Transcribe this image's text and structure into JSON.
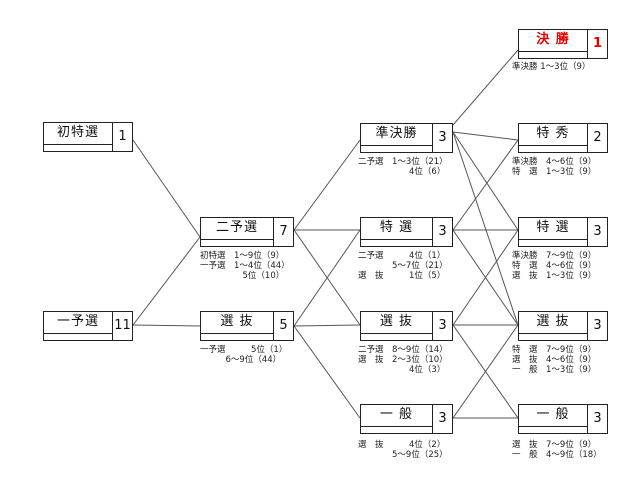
{
  "nodes": [
    {
      "id": "hatsutoku",
      "name": "初特選",
      "count": "1"
    },
    {
      "id": "ichiyo",
      "name": "一予選",
      "count": "11"
    },
    {
      "id": "niyo",
      "name": "二予選",
      "count": "7"
    },
    {
      "id": "senbatsu1",
      "name": "選 抜",
      "count": "5"
    },
    {
      "id": "junkessho",
      "name": "準決勝",
      "count": "3"
    },
    {
      "id": "tokusen1",
      "name": "特 選",
      "count": "3"
    },
    {
      "id": "senbatsu2",
      "name": "選 抜",
      "count": "3"
    },
    {
      "id": "ippan1",
      "name": "一 般",
      "count": "3"
    },
    {
      "id": "kessho",
      "name": "決 勝",
      "count": "1"
    },
    {
      "id": "tokushu",
      "name": "特 秀",
      "count": "2"
    },
    {
      "id": "tokusen2",
      "name": "特 選",
      "count": "3"
    },
    {
      "id": "senbatsu3",
      "name": "選 抜",
      "count": "3"
    },
    {
      "id": "ippan2",
      "name": "一 般",
      "count": "3"
    }
  ],
  "notes": {
    "niyo": "初特選　1～9位（9）\n一予選　1～4位（44）\n　　　　　5位（10）",
    "senbatsu1": "一予選　　　5位（1）\n　　　6～9位（44）",
    "junkessho": "二予選　1～3位（21）\n　　　　　　4位（6）",
    "tokusen1": "二予選　　　4位（1）\n　　　　5～7位（21）\n選　抜　　　1位（5）",
    "senbatsu2": "二予選　8～9位（14）\n選　抜　2～3位（10）\n　　　　　　4位（3）",
    "ippan1": "選　抜　　　4位（2）\n　　　　5～9位（25）",
    "kessho": "準決勝 1～3位（9）",
    "tokushu": "準決勝　4～6位（9）\n特　選　1～3位（9）",
    "tokusen2": "準決勝　7～9位（9）\n特　選　4～6位（9）\n選　抜　1～3位（9）",
    "senbatsu3": "特　選　7～9位（9）\n選　抜　4～6位（9）\n一　般　1～3位（9）",
    "ippan2": "選　抜　7～9位（9）\n一　般　4～9位（18）"
  },
  "colors": {
    "winner": "#e00000",
    "line": "#555555",
    "border": "#222222"
  }
}
